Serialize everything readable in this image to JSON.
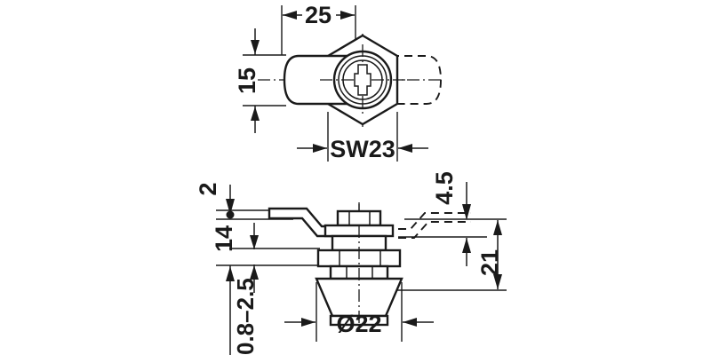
{
  "drawing": {
    "title": "Cam lock technical drawing",
    "type": "engineering-dimension-drawing",
    "line_color": "#1a1a1a",
    "background_color": "#ffffff",
    "views": [
      {
        "name": "top-view",
        "label": "Top view of cam lock with hexagonal nut and key cylinder"
      },
      {
        "name": "side-view",
        "label": "Side section view of cam lock body with cam lever"
      }
    ],
    "dimensions": {
      "top_view": {
        "width_25": "25",
        "height_15": "15",
        "spanner_size": "SW23"
      },
      "side_view": {
        "cam_thickness_2": "2",
        "height_14": "14",
        "panel_range": "0.8–2.5",
        "offset_4_5": "4.5",
        "total_height_21": "21",
        "diameter_22": "Ø22"
      }
    }
  }
}
